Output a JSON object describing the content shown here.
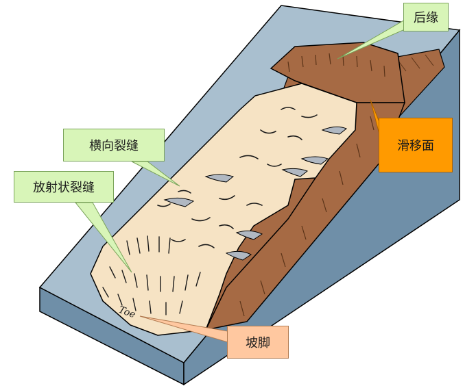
{
  "labels": {
    "crown": "后缘",
    "transverse_cracks": "横向裂缝",
    "radial_cracks": "放射状裂缝",
    "slip_surface": "滑移面",
    "toe_cn": "坡脚",
    "toe_en": "Toe"
  },
  "colors": {
    "slope_top": "#a9bfcf",
    "slope_side": "#6f8fa8",
    "slide_body": "#f6e3c4",
    "slide_dark": "#a66a44",
    "callout_green": "#d8f5b8",
    "callout_orange": "#ff9a00",
    "callout_peach": "#ffc8a0"
  }
}
